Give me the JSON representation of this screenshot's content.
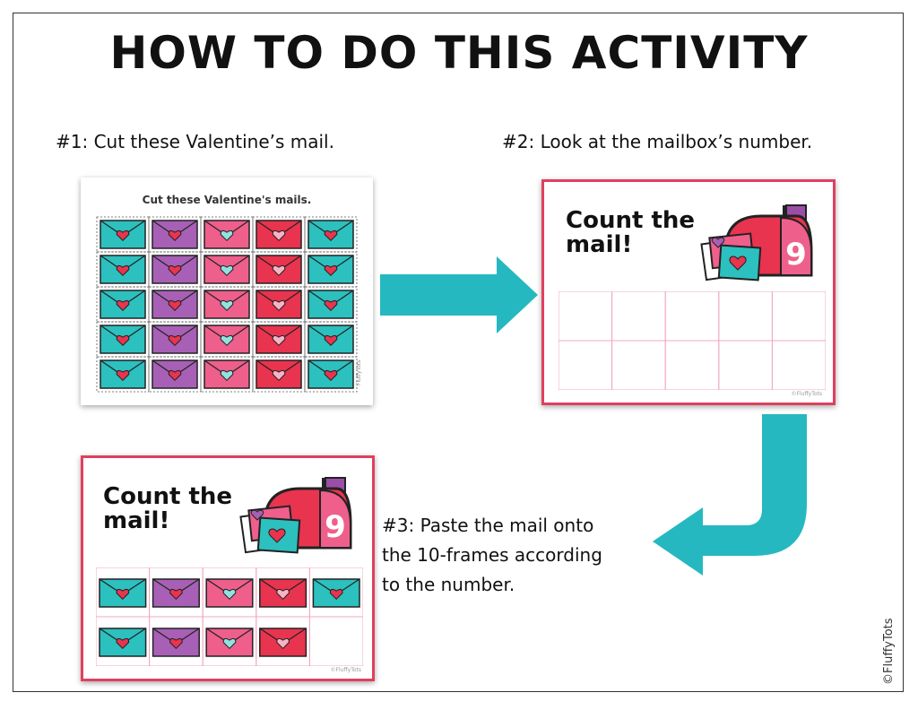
{
  "title": "HOW TO DO THIS ACTIVITY",
  "steps": {
    "step1": "#1: Cut these Valentine’s mail.",
    "step2": "#2: Look at the mailbox’s number.",
    "step3_line1": "#3: Paste the mail onto",
    "step3_line2": "the 10-frames according",
    "step3_line3": "to the number."
  },
  "sheet": {
    "title": "Cut these Valentine's mails.",
    "grid_rows": [
      [
        "teal",
        "purple",
        "pink",
        "red",
        "teal"
      ],
      [
        "teal",
        "purple",
        "pink",
        "red",
        "teal"
      ],
      [
        "teal",
        "purple",
        "pink",
        "red",
        "teal"
      ],
      [
        "teal",
        "purple",
        "pink",
        "red",
        "teal"
      ],
      [
        "teal",
        "purple",
        "pink",
        "red",
        "teal"
      ]
    ],
    "side_mark": "FluffyTots"
  },
  "count_card": {
    "heading_line1": "Count the",
    "heading_line2": "mail!",
    "mailbox_number": "9",
    "footer_mark": "©FluffyTots"
  },
  "pasted_card": {
    "heading_line1": "Count the",
    "heading_line2": "mail!",
    "mailbox_number": "9",
    "footer_mark": "©FluffyTots",
    "filled_count": 9,
    "filled_colors": [
      "teal",
      "purple",
      "pink",
      "red",
      "teal",
      "teal",
      "purple",
      "pink",
      "red"
    ]
  },
  "credit": "©FluffyTots",
  "colors": {
    "teal": "#2cc0bf",
    "purple": "#a760b5",
    "pink": "#ee5f8c",
    "red": "#e8344f",
    "arrow": "#26b8c0",
    "card_border": "#e0405e",
    "frame_line": "#f2a9c4",
    "heart": "#e8344f"
  }
}
